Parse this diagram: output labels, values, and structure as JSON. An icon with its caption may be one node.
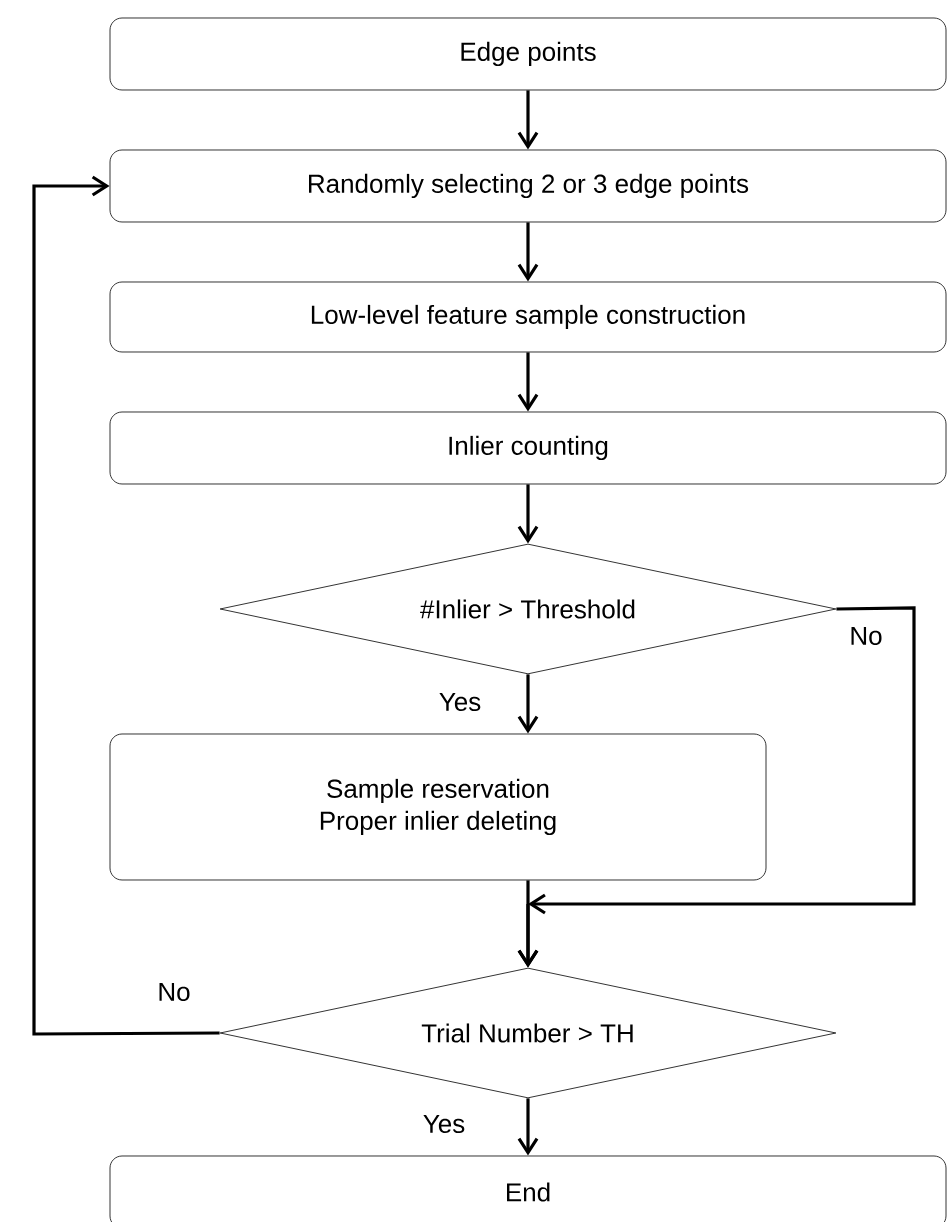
{
  "diagram": {
    "nodes": [
      {
        "text": [
          "Edge points"
        ]
      },
      {
        "text": [
          "Randomly selecting 2 or 3 edge points"
        ]
      },
      {
        "text": [
          "Low-level feature sample construction"
        ]
      },
      {
        "text": [
          "Inlier counting"
        ]
      },
      {
        "text": [
          "#Inlier > Threshold"
        ]
      },
      {
        "text": [
          "Sample reservation",
          "Proper inlier deleting"
        ]
      },
      {
        "text": [
          "Trial Number > TH"
        ]
      },
      {
        "text": [
          "End"
        ]
      }
    ],
    "edges": [
      {
        "from": 0,
        "to": 1,
        "arrow": "to"
      },
      {
        "from": 1,
        "to": 2,
        "arrow": "to"
      },
      {
        "from": 2,
        "to": 3,
        "arrow": "to"
      },
      {
        "from": 3,
        "to": 4,
        "arrow": "to"
      },
      {
        "from": 4,
        "to": 5,
        "arrow": "to",
        "label": "Yes"
      },
      {
        "from": 4,
        "to": 6,
        "arrow": "to",
        "label": "No"
      },
      {
        "from": 5,
        "to": 6,
        "arrow": "to"
      },
      {
        "from": 6,
        "to": 1,
        "arrow": "to",
        "label": "No"
      },
      {
        "from": 6,
        "to": 7,
        "arrow": "to",
        "label": "Yes"
      }
    ]
  }
}
